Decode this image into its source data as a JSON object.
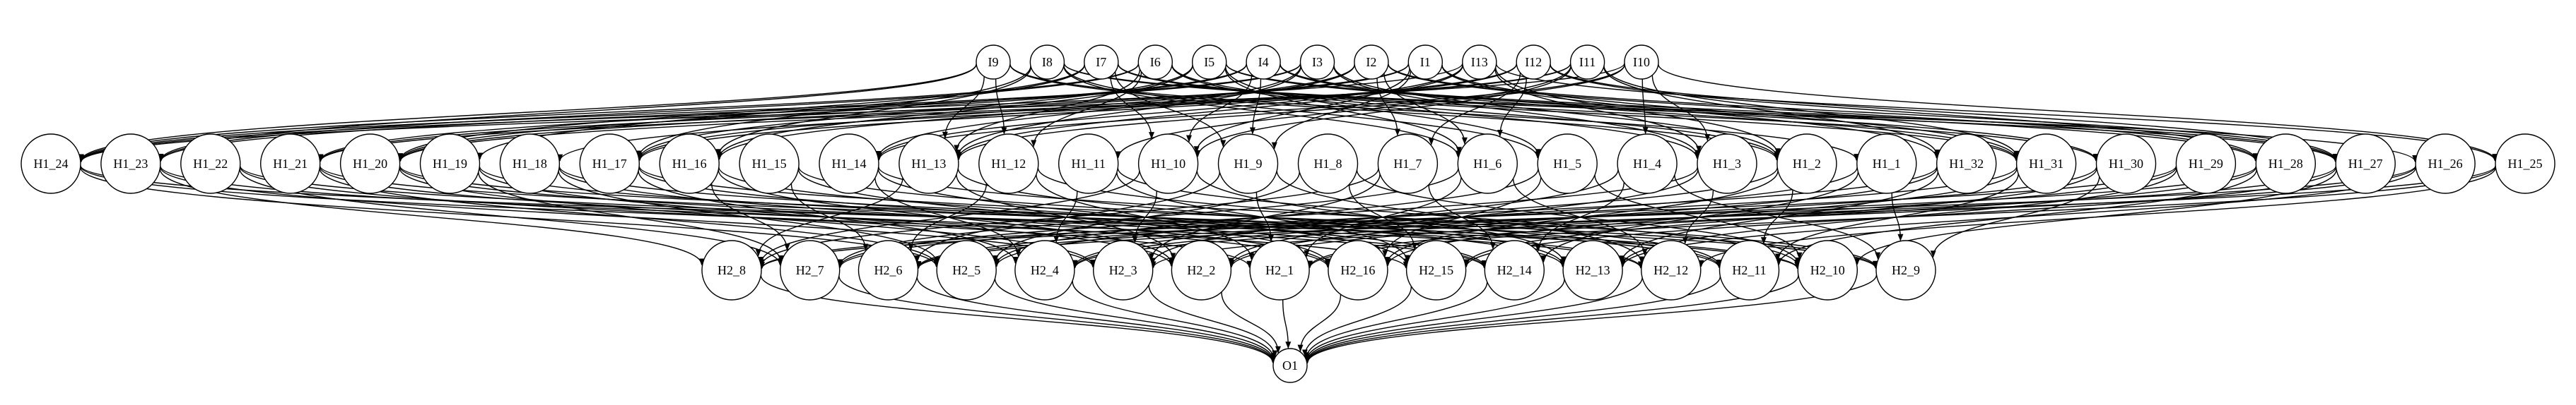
{
  "graph": {
    "inputs": [
      "I9",
      "I8",
      "I7",
      "I6",
      "I5",
      "I4",
      "I3",
      "I2",
      "I1",
      "I13",
      "I12",
      "I11",
      "I10"
    ],
    "hidden1": [
      "H1_24",
      "H1_23",
      "H1_22",
      "H1_21",
      "H1_20",
      "H1_19",
      "H1_18",
      "H1_17",
      "H1_16",
      "H1_15",
      "H1_14",
      "H1_13",
      "H1_12",
      "H1_11",
      "H1_10",
      "H1_9",
      "H1_8",
      "H1_7",
      "H1_6",
      "H1_5",
      "H1_4",
      "H1_3",
      "H1_2",
      "H1_1",
      "H1_32",
      "H1_31",
      "H1_30",
      "H1_29",
      "H1_28",
      "H1_27",
      "H1_26",
      "H1_25"
    ],
    "hidden2": [
      "H2_8",
      "H2_7",
      "H2_6",
      "H2_5",
      "H2_4",
      "H2_3",
      "H2_2",
      "H2_1",
      "H2_16",
      "H2_15",
      "H2_14",
      "H2_13",
      "H2_12",
      "H2_11",
      "H2_10",
      "H2_9"
    ],
    "outputs": [
      "O1"
    ],
    "colors": {
      "stroke": "#000000",
      "fill": "#ffffff"
    }
  }
}
